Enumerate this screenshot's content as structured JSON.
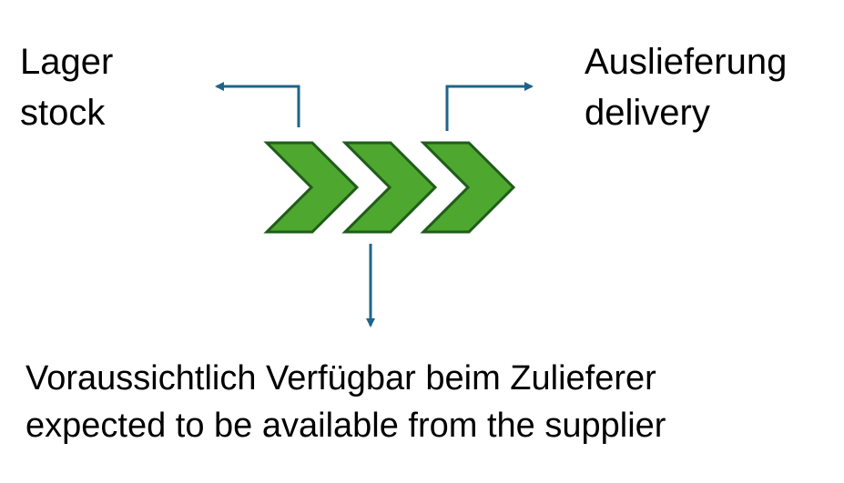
{
  "labels": {
    "stock": {
      "line1": "Lager",
      "line2": "stock"
    },
    "delivery": {
      "line1": "Auslieferung",
      "line2": "delivery"
    },
    "supplier": {
      "line1": "Voraussichtlich Verfügbar beim Zulieferer",
      "line2": "expected to be available from the supplier"
    }
  },
  "colors": {
    "chevron_fill": "#4ea72e",
    "chevron_stroke": "#1f5c1a",
    "arrow": "#1f6487"
  },
  "chevrons": [
    "chevron-1",
    "chevron-2",
    "chevron-3"
  ]
}
